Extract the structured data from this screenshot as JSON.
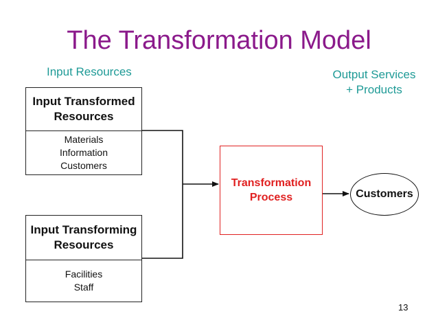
{
  "title": "The Transformation Model",
  "input_label": "Input Resources",
  "output_label": [
    "Output Services",
    "+ Products"
  ],
  "transformed": {
    "heading": [
      "Input Transformed",
      "Resources"
    ],
    "items": [
      "Materials",
      "Information",
      "Customers"
    ]
  },
  "transforming": {
    "heading": [
      "Input Transforming",
      "Resources"
    ],
    "items": [
      "Facilities",
      "Staff"
    ]
  },
  "process": [
    "Transformation",
    "Process"
  ],
  "customers": "Customers",
  "page_number": "13",
  "colors": {
    "title": "#8B1A8B",
    "labels": "#1E9A96",
    "process": "#E02020"
  }
}
